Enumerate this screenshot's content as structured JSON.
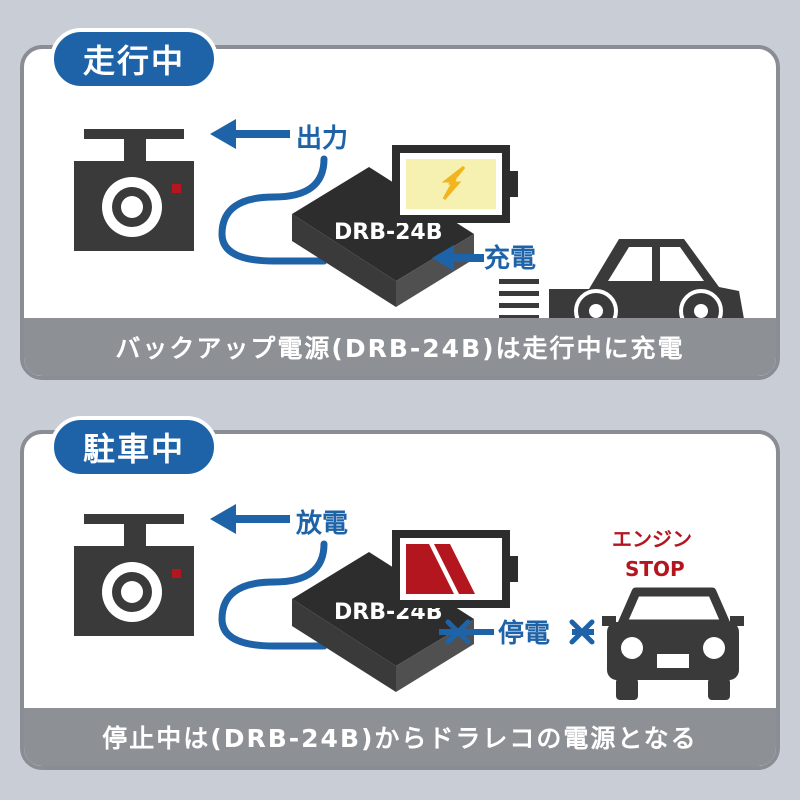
{
  "colors": {
    "background": "#c9cdd6",
    "badge": "#1e63a8",
    "caption_bar": "#8d9095",
    "accent_red": "#b3161f",
    "battery_full": "#f6f1b0",
    "bolt": "#f2b51d"
  },
  "running": {
    "badge": "走行中",
    "output_label": "出力",
    "device_label": "DRB-24B",
    "charge_label": "充電",
    "caption": "バックアップ電源(DRB-24B)は走行中に充電",
    "battery_state": "charging-full"
  },
  "parked": {
    "badge": "駐車中",
    "discharge_label": "放電",
    "device_label": "DRB-24B",
    "power_cut_label": "停電",
    "engine_stop_line1": "エンジン",
    "engine_stop_line2": "STOP",
    "caption": "停止中は(DRB-24B)からドラレコの電源となる",
    "battery_state": "discharging-low"
  },
  "icons": [
    "dashcam-icon",
    "car-icon",
    "battery-icon",
    "lightning-bolt-icon",
    "arrow-left-icon",
    "cut-x-icon",
    "speed-lines-icon"
  ]
}
